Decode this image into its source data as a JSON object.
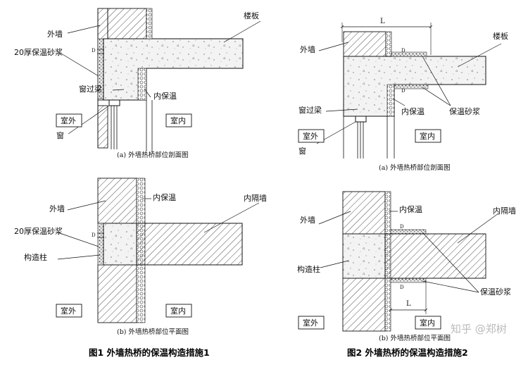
{
  "fig1": {
    "top": {
      "outer_wall": "外墙",
      "mortar": "20厚保温砂浆",
      "floor_slab": "楼板",
      "d_mark": "D",
      "lintel": "窗过梁",
      "inner_insulation": "内保温",
      "outdoor": "室外",
      "indoor": "室内",
      "window": "窗",
      "caption": "(a) 外墙热桥部位剖面图"
    },
    "bottom": {
      "inner_insulation": "内保温",
      "partition": "内隔墙",
      "outer_wall": "外墙",
      "mortar": "20厚保温砂浆",
      "d_mark": "D",
      "column": "构造柱",
      "outdoor": "室外",
      "indoor": "室内",
      "caption": "(b) 外墙热桥部位平面图"
    },
    "title": "图1  外墙热桥的保温构造措施1"
  },
  "fig2": {
    "top": {
      "dim_l": "L",
      "floor_slab": "楼板",
      "outer_wall": "外墙",
      "d_mark_1": "D",
      "d_mark_2": "D",
      "lintel": "窗过梁",
      "inner_insulation": "内保温",
      "mortar": "保温砂浆",
      "outdoor": "室外",
      "indoor": "室内",
      "window": "窗",
      "caption": "(a) 外墙热桥部位剖面图"
    },
    "bottom": {
      "outer_wall": "外墙",
      "inner_insulation": "内保温",
      "partition": "内隔墙",
      "d_mark_1": "D",
      "d_mark_2": "D",
      "column": "构造柱",
      "mortar": "保温砂浆",
      "dim_l": "L",
      "outdoor": "室外",
      "indoor": "室内",
      "caption": "(b) 外墙热桥部位平面图"
    },
    "title": "图2  外墙热桥的保温构造措施2"
  },
  "watermark": "知乎 @郑树",
  "colors": {
    "line": "#111111",
    "background": "#ffffff"
  }
}
